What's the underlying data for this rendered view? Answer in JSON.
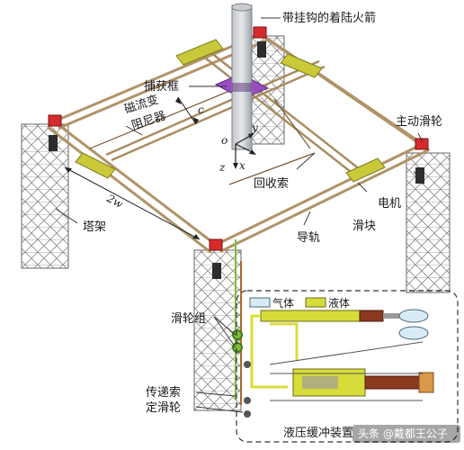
{
  "labels": {
    "rocket": "带挂钩的着陆火箭",
    "capture_frame": "捕获框",
    "mr_damper_line1": "磁流变",
    "mr_damper_line2": "阻尼器",
    "active_pulley": "主动滑轮",
    "recovery_cable": "回收索",
    "motor": "电机",
    "slider": "滑块",
    "tower": "塔架",
    "guide_rail": "导轨",
    "pulley_group": "滑轮组",
    "transmission_cable": "传递索",
    "fixed_pulley": "定滑轮",
    "hydraulic_buffer": "液压缓冲装置"
  },
  "dims": {
    "c": "c",
    "w2": "2w"
  },
  "axes": {
    "o": "o",
    "x": "x",
    "y": "y",
    "z": "z"
  },
  "legend": {
    "gas": "气体",
    "liquid": "液体"
  },
  "colors": {
    "gas": "#d9ecf5",
    "liquid": "#d8dc3a",
    "rail": "#b09368",
    "slider": "#c9c93a",
    "pulley": "#d62b2b",
    "frame": "#9a4cc2"
  },
  "watermark": "头条 @戴都王公子"
}
